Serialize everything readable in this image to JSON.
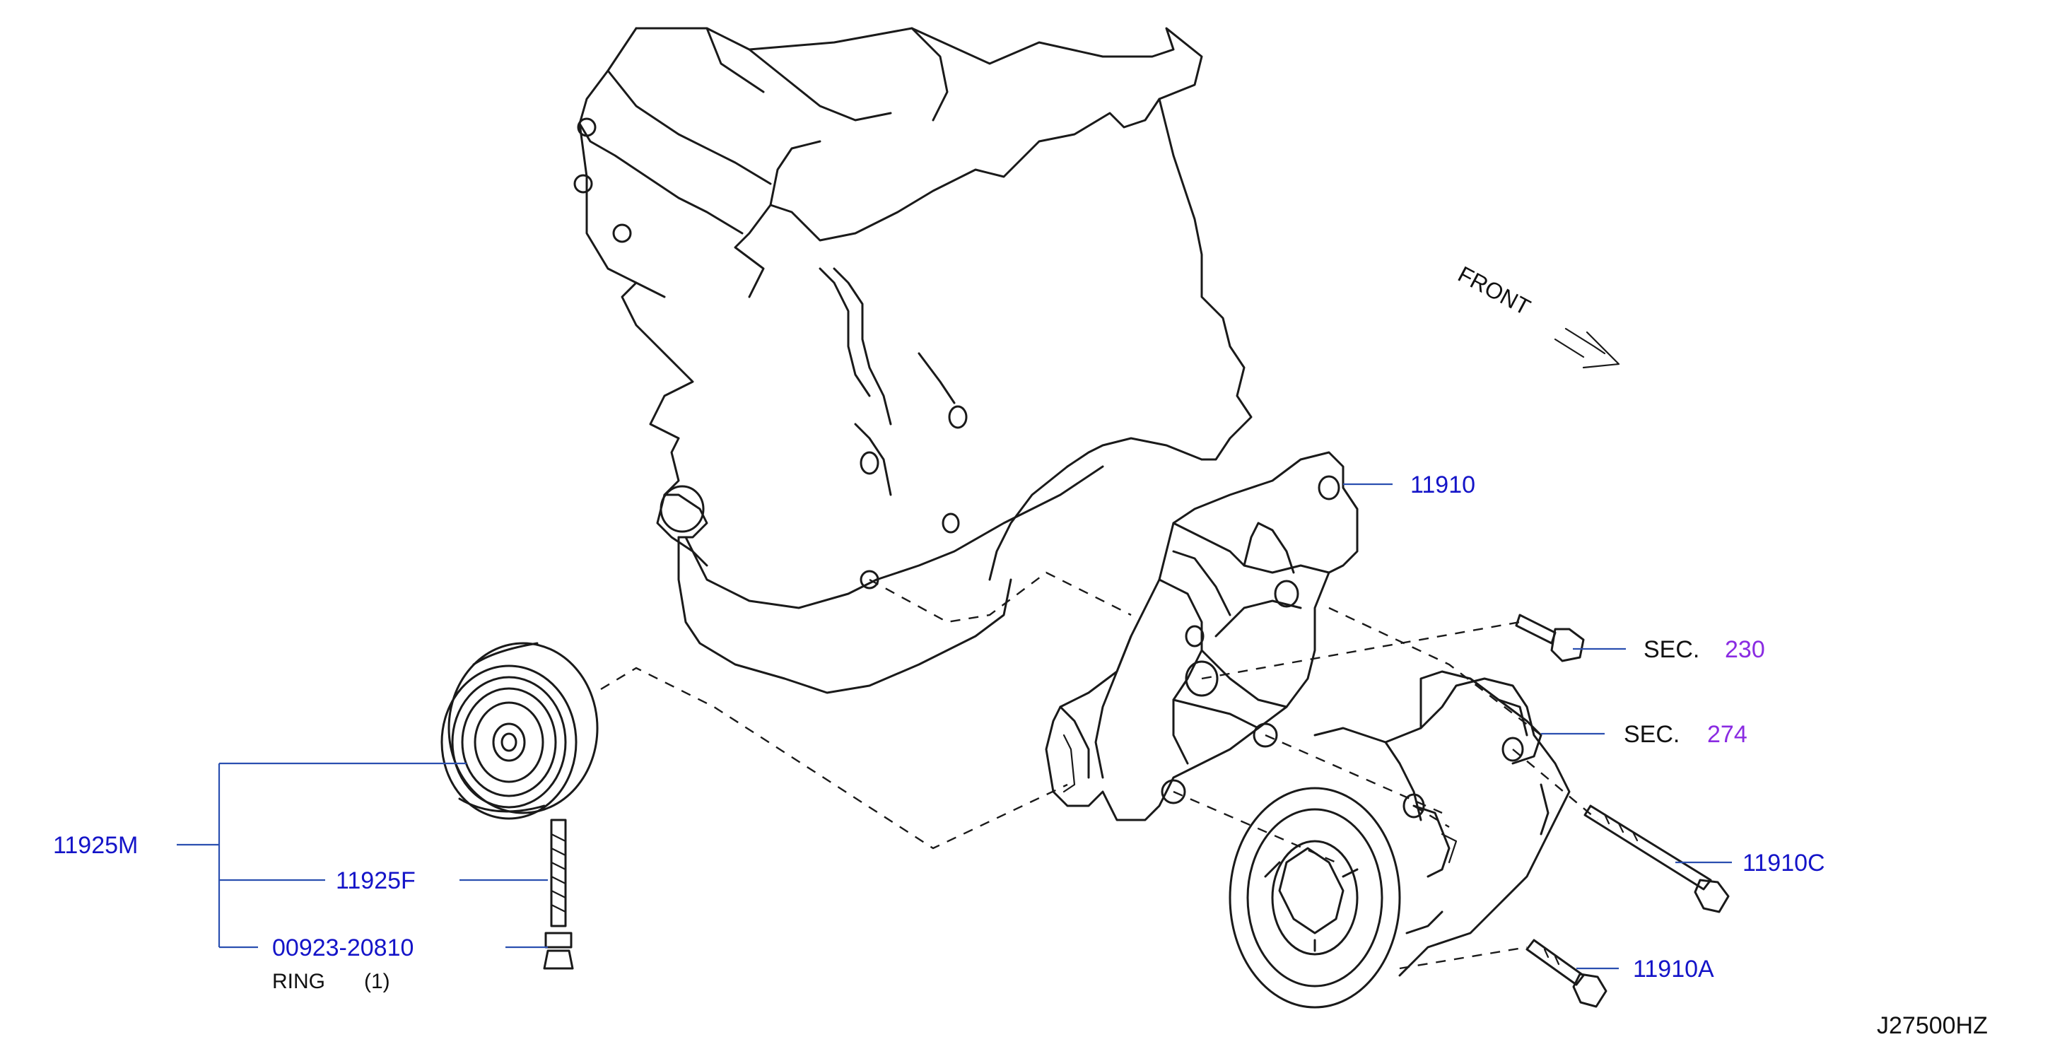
{
  "front_label": "FRONT",
  "diagram_code": "J27500HZ",
  "parts": {
    "bracket": "11910",
    "sec_a_prefix": "SEC.",
    "sec_a_number": "230",
    "sec_b_prefix": "SEC.",
    "sec_b_number": "274",
    "bolt_long": "11910C",
    "bolt_short": "11910A",
    "pulley_assy": "11925M",
    "pulley_bolt": "11925F",
    "ring_part": "00923-20810",
    "ring_name": "RING",
    "ring_qty": "(1)"
  },
  "colors": {
    "part_number": "#1414c8",
    "section_number": "#8a2be2",
    "text": "#111111"
  }
}
